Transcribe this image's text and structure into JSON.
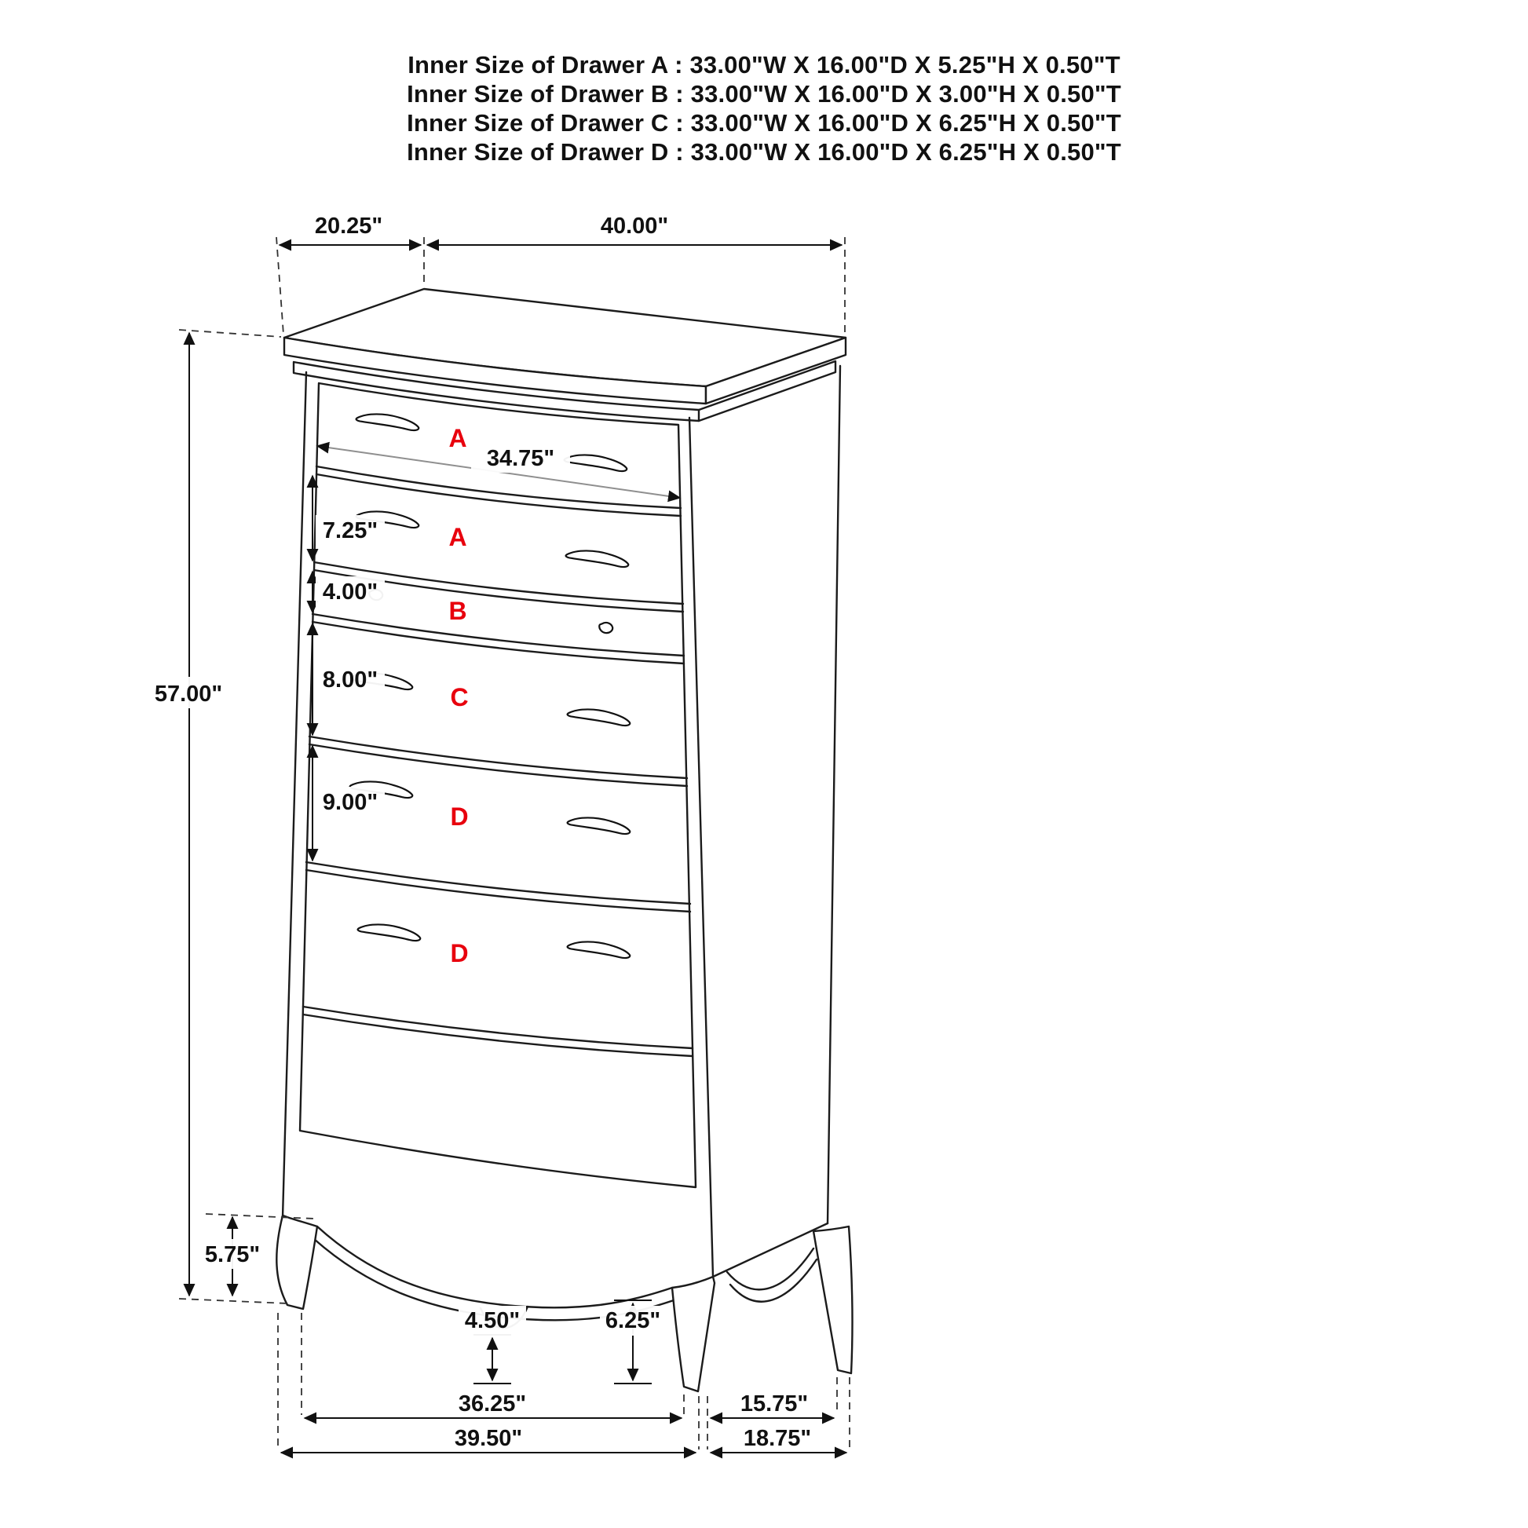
{
  "title_block": {
    "lines": [
      "Inner Size of Drawer A : 33.00\"W X 16.00\"D X 5.25\"H X 0.50\"T",
      "Inner Size of Drawer B : 33.00\"W X 16.00\"D X 3.00\"H X 0.50\"T",
      "Inner Size of Drawer C : 33.00\"W X 16.00\"D X 6.25\"H X 0.50\"T",
      "Inner Size of Drawer D : 33.00\"W X 16.00\"D X 6.25\"H X 0.50\"T"
    ]
  },
  "drawer_labels": [
    "A",
    "A",
    "B",
    "C",
    "D",
    "D"
  ],
  "dimensions": {
    "top_depth": "20.25\"",
    "top_width": "40.00\"",
    "overall_height": "57.00\"",
    "drawer_opening_width": "34.75\"",
    "drawer_a_height": "7.25\"",
    "drawer_b_height": "4.00\"",
    "drawer_c_height": "8.00\"",
    "drawer_d_height": "9.00\"",
    "leg_height": "5.75\"",
    "apron_clearance_center": "4.50\"",
    "apron_clearance_side": "6.25\"",
    "front_feet_span": "36.25\"",
    "front_width_overall": "39.50\"",
    "side_feet_span": "15.75\"",
    "side_depth_overall": "18.75\""
  },
  "colors": {
    "drawer_label": "#e8000d",
    "line": "#1b1b1b",
    "dim_text": "#111111"
  }
}
